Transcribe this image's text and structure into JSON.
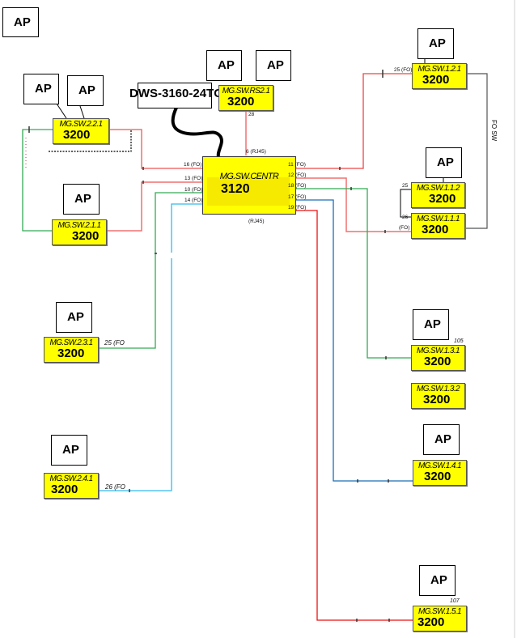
{
  "colors": {
    "switch_fill": "#ffff00",
    "link_red": "#ee1111",
    "link_red_light": "#f07070",
    "link_green": "#33aa55",
    "link_green_light": "#77cc99",
    "link_blue": "#1a6fb5",
    "link_blue_light": "#33bbee",
    "link_gray": "#555555",
    "cable_black": "#000000"
  },
  "ap_label": "AP",
  "device": {
    "label": "DWS-3160-24TC"
  },
  "core": {
    "name": "MG.SW.CENTR",
    "model": "3120",
    "top_port": "6 (RJ45)",
    "bottom_port": "(RJ45)",
    "left_ports": [
      "16 (FO)",
      "13 (FO)",
      "10 (FO)",
      "14 (FO)"
    ],
    "right_ports": [
      "11 (FO)",
      "12 (FO)",
      "18 (FO)",
      "17 (FO)",
      "19 (FO)"
    ]
  },
  "switches": {
    "rs2_1": {
      "name": "MG.SW.RS2.1",
      "model": "3200",
      "port": "28"
    },
    "sw2_2_1": {
      "name": "MG.SW.2.2.1",
      "model": "3200"
    },
    "sw2_1_1": {
      "name": "MG.SW.2.1.1",
      "model": "3200"
    },
    "sw2_3_1": {
      "name": "MG.SW.2.3.1",
      "model": "3200",
      "port": "25 (FO"
    },
    "sw2_4_1": {
      "name": "MG.SW.2.4.1",
      "model": "3200",
      "port": "26 (FO"
    },
    "sw1_2_1": {
      "name": "MG.SW.1.2.1",
      "model": "3200",
      "port": "25 (FO)"
    },
    "sw1_1_2": {
      "name": "MG.SW.1.1.2",
      "model": "3200",
      "port": "25"
    },
    "sw1_1_1": {
      "name": "MG.SW.1.1.1",
      "model": "3200",
      "port": "26",
      "port2": "(FO)"
    },
    "sw1_3_1": {
      "name": "MG.SW.1.3.1",
      "model": "3200",
      "tag": "105"
    },
    "sw1_3_2": {
      "name": "MG.SW.1.3.2",
      "model": "3200"
    },
    "sw1_4_1": {
      "name": "MG.SW.1.4.1",
      "model": "3200"
    },
    "sw1_5_1": {
      "name": "MG.SW.1.5.1",
      "model": "3200",
      "tag": "107"
    }
  },
  "fo_sw_label": "FO SW"
}
